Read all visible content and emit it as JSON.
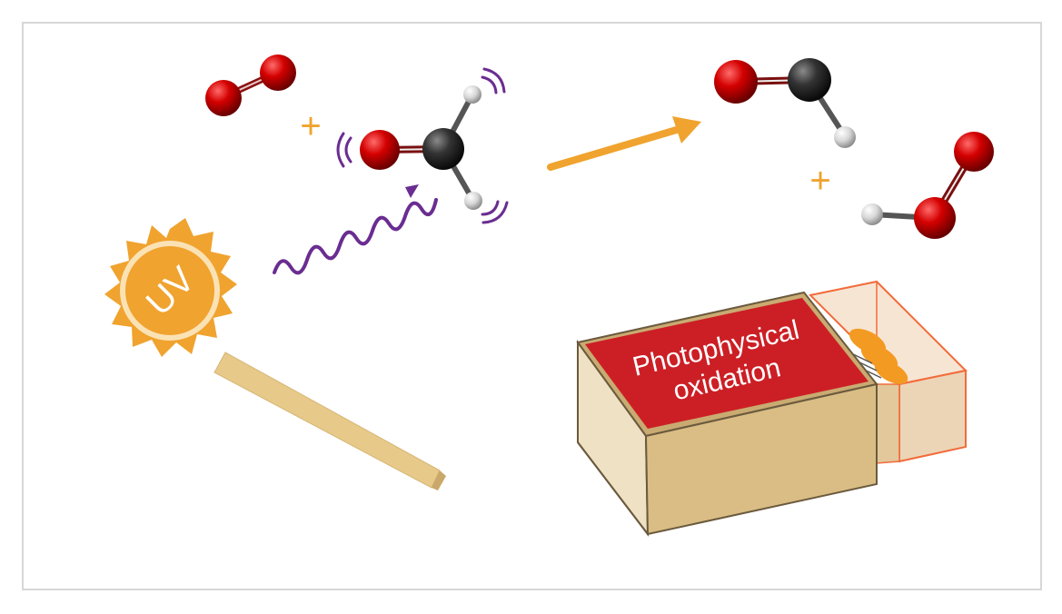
{
  "sun_label": "UV",
  "plus_sign": "+",
  "box_label": {
    "line1": "Photophysical",
    "line2": "oxidation"
  },
  "colors": {
    "oxygen": "#c00000",
    "carbon": "#2b2b2b",
    "hydrogen": "#d8d8d8",
    "accent_orange": "#f0a32e",
    "photon_purple": "#6a2d91",
    "box_tan": "#d9bd84",
    "label_red": "#cc1f25",
    "frame": "#d7d7d7"
  },
  "icons": [
    "uv-sun-icon",
    "o2-molecule-icon",
    "formaldehyde-molecule-icon",
    "formyl-radical-icon",
    "hydroperoxyl-radical-icon",
    "matchbox-icon"
  ]
}
